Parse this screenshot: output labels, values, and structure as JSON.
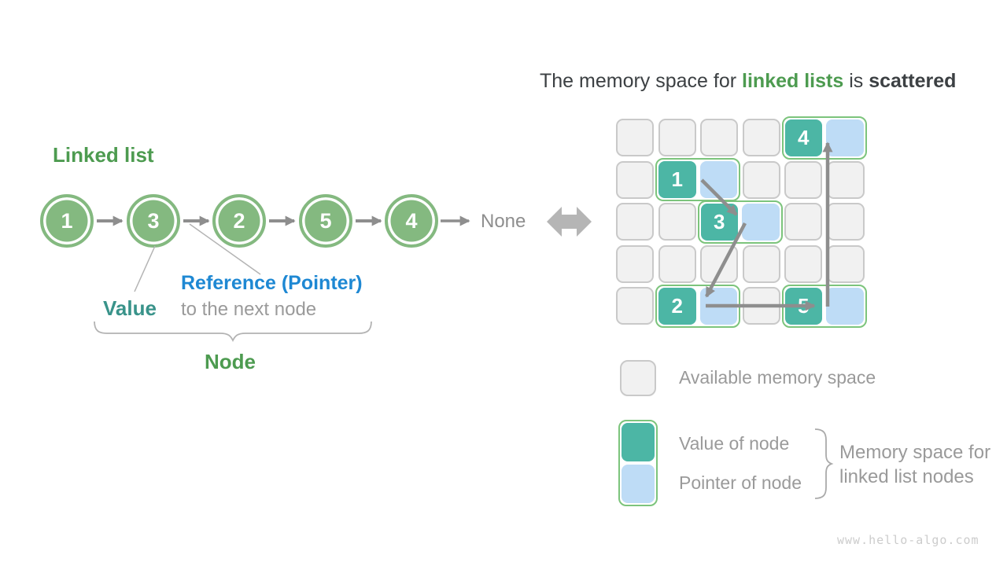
{
  "title": {
    "prefix": "The memory space for ",
    "highlight": "linked lists",
    "middle": " is ",
    "emphasis": "scattered"
  },
  "linked_list": {
    "heading": "Linked list",
    "nodes": [
      "1",
      "3",
      "2",
      "5",
      "4"
    ],
    "terminator": "None",
    "annotations": {
      "value_label": "Value",
      "reference_label": "Reference (Pointer)",
      "reference_sub": "to the next node",
      "node_label": "Node"
    }
  },
  "memory_grid": {
    "rows": 5,
    "cols": 6,
    "pairs": [
      {
        "value": "4",
        "row": 0,
        "col": 4
      },
      {
        "value": "1",
        "row": 1,
        "col": 1
      },
      {
        "value": "3",
        "row": 2,
        "col": 2
      },
      {
        "value": "2",
        "row": 4,
        "col": 1
      },
      {
        "value": "5",
        "row": 4,
        "col": 4
      }
    ],
    "traversal_order": [
      "1",
      "3",
      "2",
      "5",
      "4"
    ]
  },
  "legend": {
    "available": "Available memory space",
    "value": "Value of node",
    "pointer": "Pointer of node",
    "group_line1": "Memory space for",
    "group_line2": "linked list nodes"
  },
  "footer": {
    "watermark": "www.hello-algo.com"
  },
  "colors": {
    "heading_green": "#4d9b50",
    "node_green": "#84b980",
    "value_teal": "#4cb6a5",
    "pointer_blue": "#bedcf6",
    "pair_border_green": "#7cc47c",
    "value_text_teal": "#39938a",
    "reference_text_blue": "#1e88d3",
    "arrow_gray": "#8e8e8e",
    "cell_gray": "#f1f1f1",
    "text_gray": "#9a9a9a",
    "title_dark": "#3c4043"
  }
}
